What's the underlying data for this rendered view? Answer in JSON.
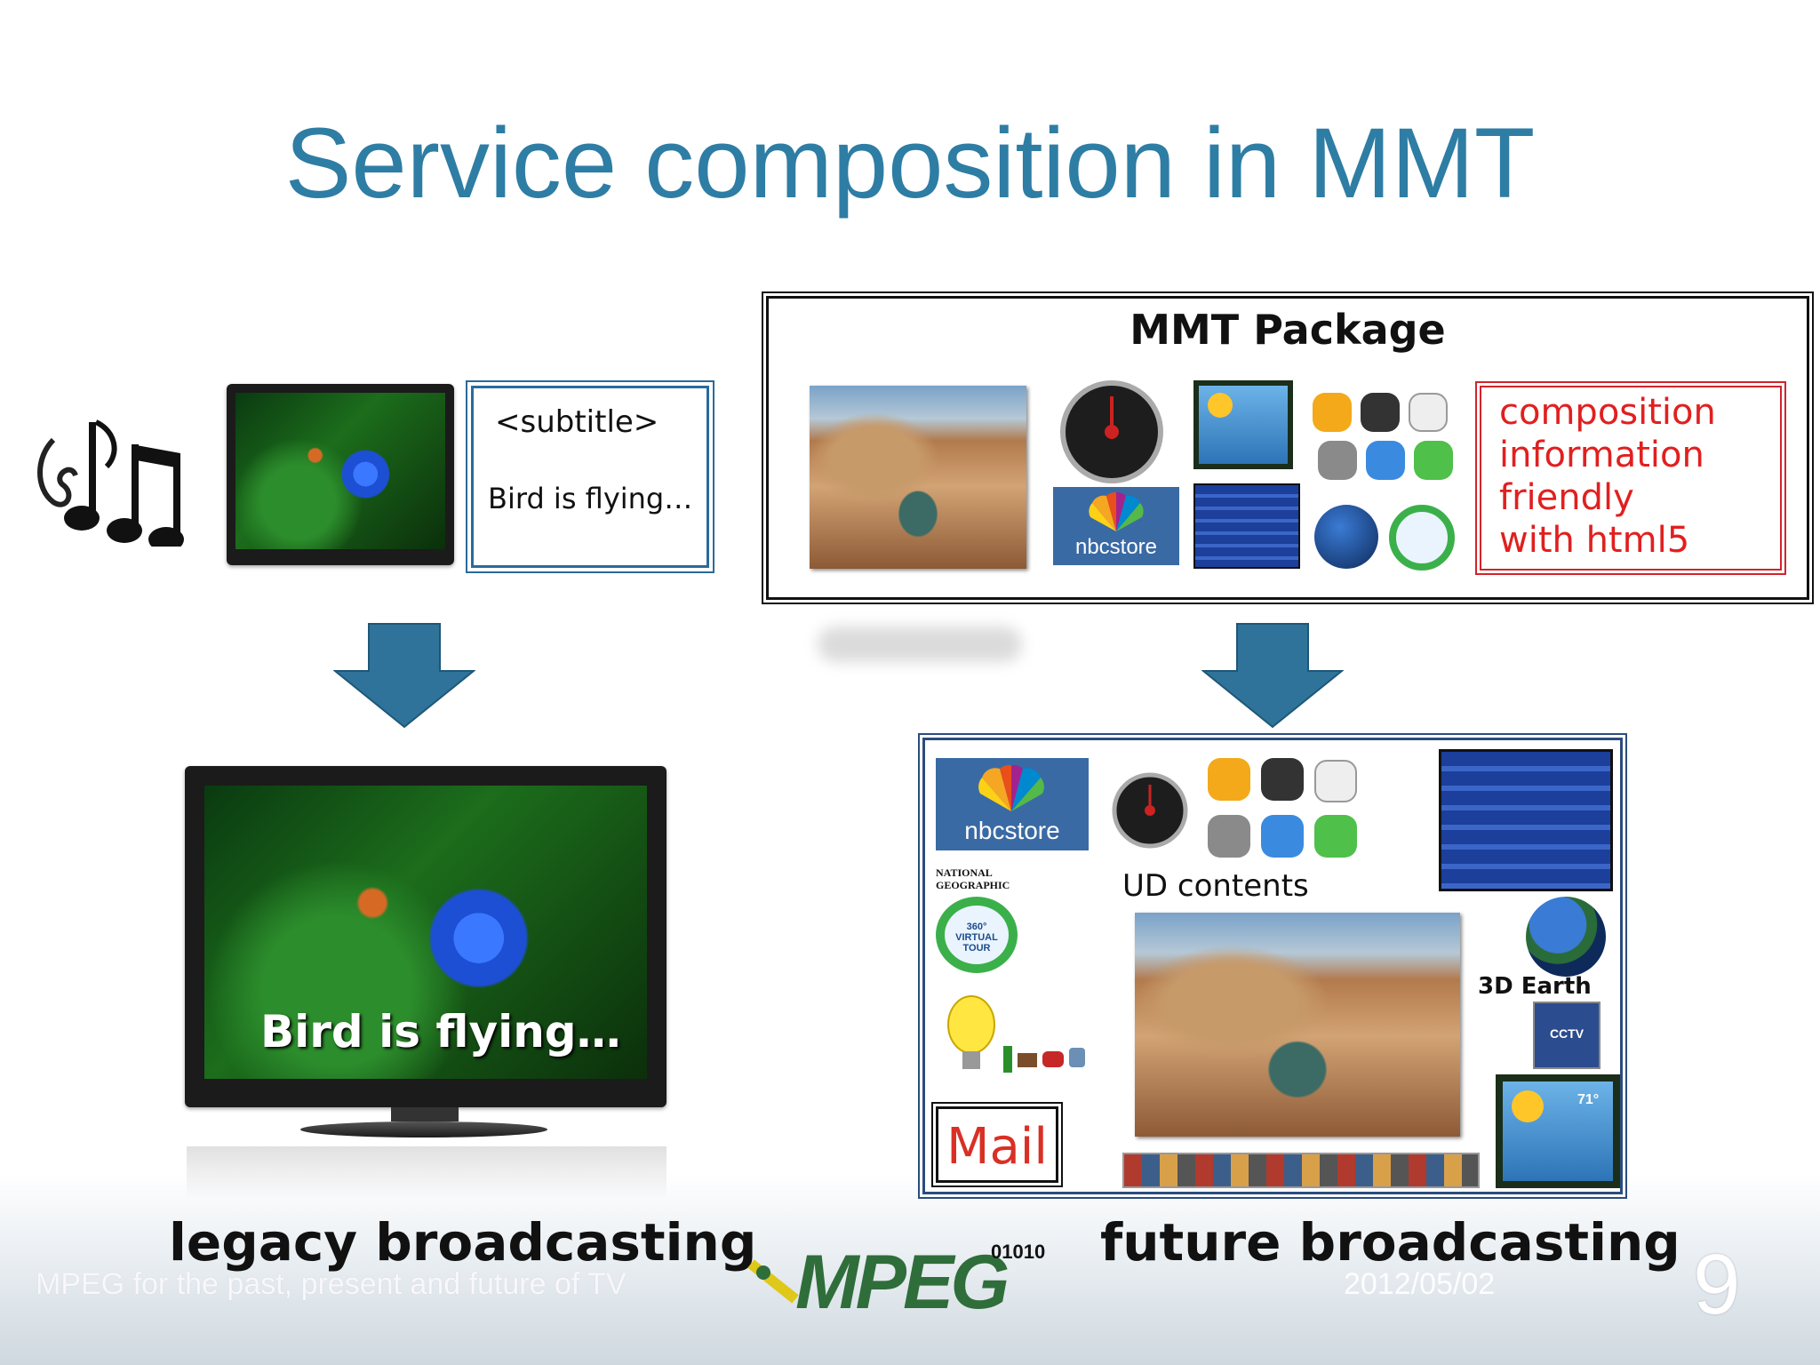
{
  "slide": {
    "title": "Service composition in MMT",
    "page_number": "9",
    "footer_left": "MPEG for the past, present and future of TV",
    "footer_date": "2012/05/02",
    "logo_text": "MPEG",
    "logo_digits": "01010"
  },
  "legacy": {
    "subtitle_tag": "<subtitle>",
    "subtitle_text": "Bird is flying…",
    "overlay_caption": "Bird is flying…",
    "label": "legacy broadcasting"
  },
  "mmt": {
    "package_label": "MMT Package",
    "nbcstore_label": "nbcstore",
    "composition_lines": [
      "composition",
      "information",
      "friendly",
      "with html5"
    ]
  },
  "future": {
    "ud_label": "UD contents",
    "earth_label": "3D Earth",
    "natgeo_label": "NATIONAL GEOGRAPHIC",
    "tour_label": "360° VIRTUAL TOUR",
    "mail_label": "Mail",
    "cctv_label": "CCTV",
    "nbcstore_label": "nbcstore",
    "temp_label": "71°",
    "label": "future broadcasting"
  },
  "colors": {
    "title": "#2e7da4",
    "arrow": "#2f739a",
    "composition_text": "#e0201f",
    "composition_border": "#d2232a"
  }
}
